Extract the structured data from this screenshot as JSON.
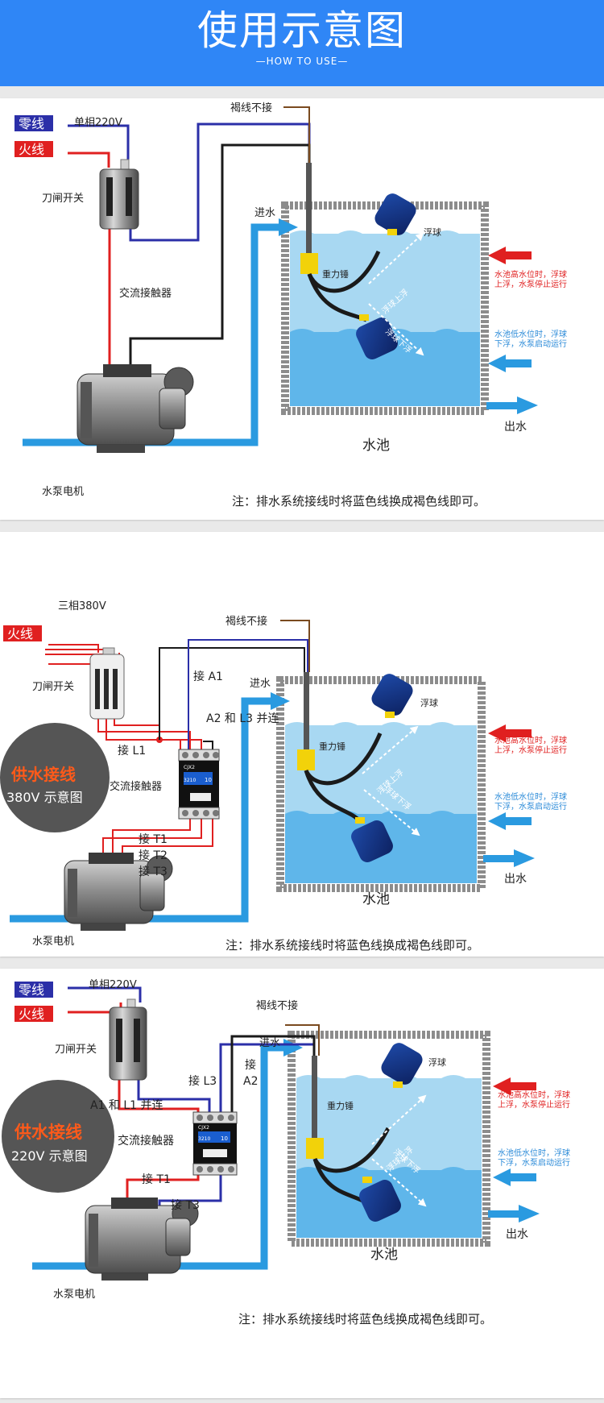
{
  "header": {
    "title": "使用示意图",
    "subtitle": "—HOW TO USE—"
  },
  "colors": {
    "banner": "#2f86f6",
    "neutral_wire": "#2b2fa8",
    "live_wire": "#e02020",
    "brown_wire": "#7a4a1f",
    "water_pipe": "#2a9ae0",
    "tank_water_light": "#a8d8f2",
    "tank_water_dark": "#5fb6ea",
    "float_ball": "#14317a"
  },
  "panels": [
    {
      "brown_label": "褐线不接",
      "neutral_tag": "零线",
      "live_tag": "火线",
      "supply": "单相220V",
      "switch": "刀闸开关",
      "contactor": "交流接触器",
      "inlet": "进水",
      "float": "浮球",
      "weight": "重力锤",
      "rise": "浮球上浮",
      "fall": "浮球下浮",
      "high_1": "水池高水位时，浮球",
      "high_2": "上浮，水泵停止运行",
      "low_1": "水池低水位时，浮球",
      "low_2": "下浮，水泵启动运行",
      "outlet": "出水",
      "tank": "水池",
      "pump": "水泵电机",
      "note": "注：排水系统接线时将蓝色线换成褐色线即可。"
    },
    {
      "brown_label": "褐线不接",
      "supply": "三相380V",
      "live_tag": "火线",
      "switch": "刀闸开关",
      "a1": "接 A1",
      "inlet": "进水",
      "float": "浮球",
      "a2l3": "A2 和 L3 并连",
      "weight": "重力锤",
      "l1": "接 L1",
      "badge_1": "供水接线",
      "badge_2": "380V  示意图",
      "contactor": "交流接触器",
      "contactor_model_1": "CJX2",
      "contactor_model_2": "3210",
      "contactor_model_3": "10",
      "rise": "浮球上浮",
      "fall": "浮球下浮",
      "high_1": "水池高水位时，浮球",
      "high_2": "上浮，水泵停止运行",
      "low_1": "水池低水位时，浮球",
      "low_2": "下浮，水泵启动运行",
      "t1": "接 T1",
      "t2": "接 T2",
      "t3": "接 T3",
      "outlet": "出水",
      "tank": "水池",
      "pump": "水泵电机",
      "note": "注：排水系统接线时将蓝色线换成褐色线即可。"
    },
    {
      "neutral_tag": "零线",
      "supply": "单相220V",
      "live_tag": "火线",
      "brown_label": "褐线不接",
      "inlet": "进水",
      "float": "浮球",
      "switch": "刀闸开关",
      "l3": "接 L3",
      "a2_1": "接",
      "a2_2": "A2",
      "weight": "重力锤",
      "a1l1": "A1 和 L1 并连",
      "contactor": "交流接触器",
      "contactor_model_1": "CJX2",
      "contactor_model_2": "3210",
      "contactor_model_3": "10",
      "badge_1": "供水接线",
      "badge_2": "220V  示意图",
      "rise": "浮球上浮",
      "fall": "浮球下浮",
      "high_1": "水池高水位时，浮球",
      "high_2": "上浮，水泵停止运行",
      "low_1": "水池低水位时，浮球",
      "low_2": "下浮，水泵启动运行",
      "t1": "接 T1",
      "t3": "接 T3",
      "outlet": "出水",
      "tank": "水池",
      "pump": "水泵电机",
      "note": "注：排水系统接线时将蓝色线换成褐色线即可。"
    }
  ]
}
